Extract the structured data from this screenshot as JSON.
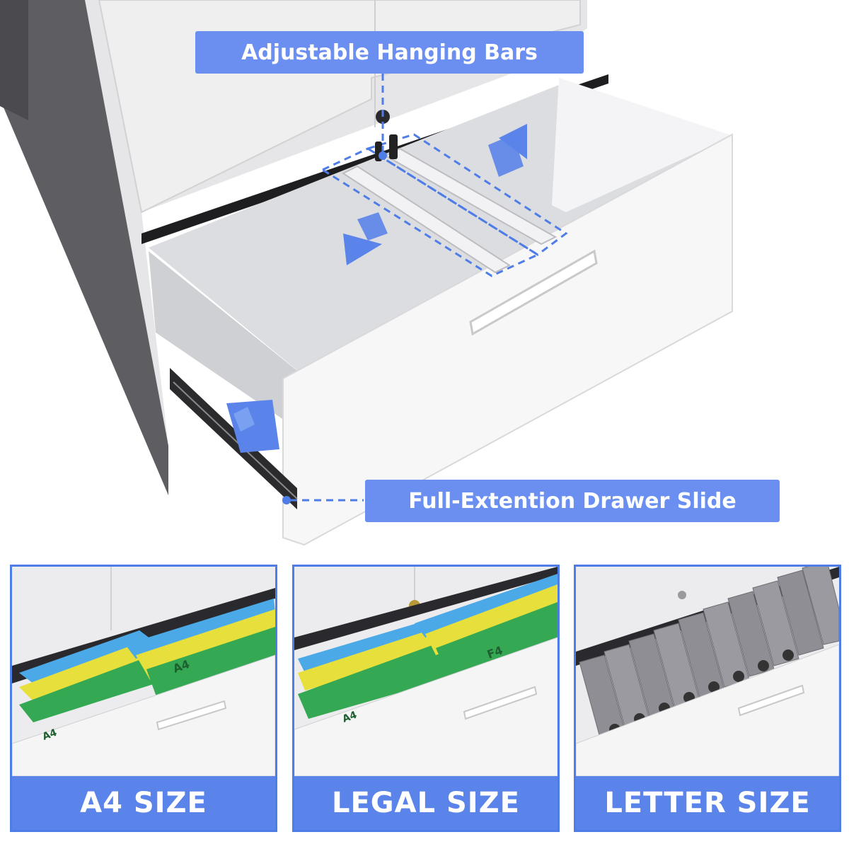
{
  "callouts": {
    "hanging_bars": "Adjustable Hanging Bars",
    "drawer_slide": "Full-Extention Drawer Slide"
  },
  "panels": [
    {
      "caption": "A4 SIZE",
      "content": "hanging-folders-a4"
    },
    {
      "caption": "LEGAL SIZE",
      "content": "hanging-folders-legal"
    },
    {
      "caption": "LETTER SIZE",
      "content": "binders-letter"
    }
  ],
  "folder_labels": {
    "a4": "A4",
    "legal": "F4"
  },
  "colors": {
    "accent": "#6a8ff0",
    "panel_border": "#4f7de8",
    "caption_bg": "#5b84ea",
    "folder_blue": "#4aa9e6",
    "folder_yellow": "#e6df3c",
    "folder_green": "#34a853",
    "binder_gray": "#8e8e94",
    "cabinet_dark": "#5a5a5f"
  },
  "icons": [
    "arrow-up-icon",
    "arrow-down-icon",
    "drawer-slide-arrow-icon",
    "lock-icon"
  ]
}
